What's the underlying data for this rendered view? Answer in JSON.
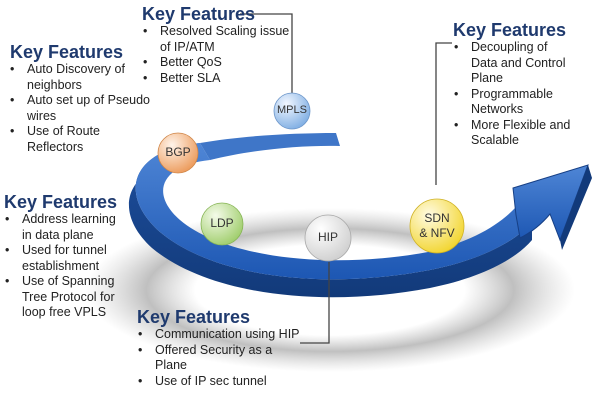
{
  "blocks": [
    {
      "id": "mpls",
      "heading": "Key Features",
      "items": [
        "Resolved Scaling issue of IP/ATM",
        "Better QoS",
        "Better SLA"
      ]
    },
    {
      "id": "bgp",
      "heading": "Key Features",
      "items": [
        "Auto Discovery of neighbors",
        "Auto set up of Pseudo wires",
        "Use of Route Reflectors"
      ]
    },
    {
      "id": "sdn",
      "heading": "Key Features",
      "items": [
        "Decoupling of Data and Control Plane",
        "Programmable Networks",
        "More Flexible and Scalable"
      ]
    },
    {
      "id": "ldp",
      "heading": "Key Features",
      "items": [
        "Address learning in data plane",
        "Used for tunnel establishment",
        "Use of Spanning Tree Protocol for loop free VPLS"
      ]
    },
    {
      "id": "hip",
      "heading": "Key Features",
      "items": [
        "Communication using HIP",
        "Offered Security as a Plane",
        "Use of IP sec tunnel"
      ]
    }
  ],
  "nodes": {
    "mpls": "MPLS",
    "bgp": "BGP",
    "ldp": "LDP",
    "hip": "HIP",
    "sdn_line1": "SDN",
    "sdn_line2": "& NFV"
  },
  "colors": {
    "heading": "#1f3a6e",
    "arrow": "#1e56b0",
    "bgp": "#f0b07a",
    "ldp": "#b9dc8c",
    "mpls": "#9fc2e8",
    "hip": "#ececec",
    "sdn": "#f7e56a"
  }
}
